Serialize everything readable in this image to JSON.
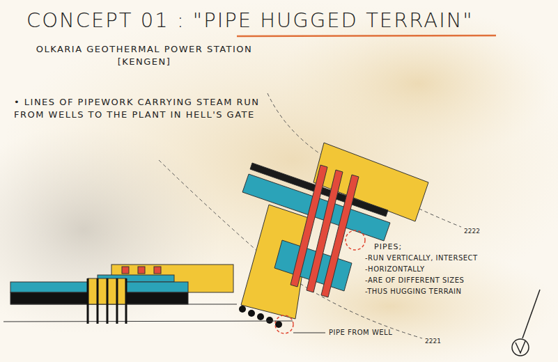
{
  "diagram": {
    "title": "CONCEPT 01 : \"PIPE HUGGED TERRAIN\"",
    "labels": [
      "OLKARIA GEOTHERMAL POWER STATION [KENGEN]",
      "• LINES OF PIPEWORK CARRYING STEAM RUN FROM WELLS TO THE PLANT IN HELL'S GATE",
      "PIPES;",
      "-RUN VERTICALLY, INTERSECT",
      "-HORIZONTALLY",
      "-ARE OF DIFFERENT SIZES",
      "-THUS HUGGING TERRAIN",
      "PIPE FROM WELL",
      "2222",
      "2221"
    ]
  }
}
